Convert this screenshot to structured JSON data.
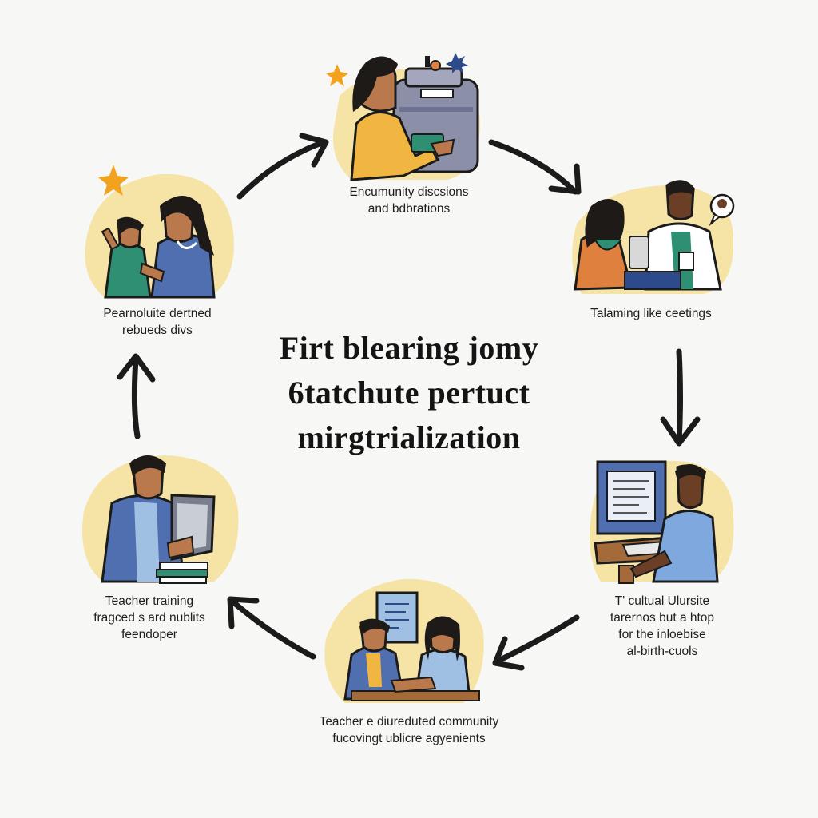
{
  "title_lines": [
    "Firt blearing jomy",
    "6tatchute pertuct",
    "mirgtrialization"
  ],
  "steps": [
    {
      "id": "top",
      "caption": [
        "Encumunity discsions",
        "and bdbrations"
      ],
      "scene": "woman-at-machine"
    },
    {
      "id": "upper-right",
      "caption": [
        "Talaming like ceetings"
      ],
      "scene": "doctor-consultation"
    },
    {
      "id": "lower-right",
      "caption": [
        "T' cultual Ulursite",
        "tarernos but a htop",
        "for the inloebise",
        "al-birth-cuols"
      ],
      "scene": "computer-desk"
    },
    {
      "id": "bottom",
      "caption": [
        "Teacher e diureduted community",
        "fucovingt ublicre agyenients"
      ],
      "scene": "two-students"
    },
    {
      "id": "lower-left",
      "caption": [
        "Teacher training",
        "fragced s ard nublits",
        "feendoper"
      ],
      "scene": "teacher-with-tablet"
    },
    {
      "id": "upper-left",
      "caption": [
        "Pearnoluite dertned",
        "rebueds divs"
      ],
      "scene": "mother-and-child"
    }
  ],
  "colors": {
    "blob": "#f6e3a6",
    "outline": "#1b1b1b",
    "skin": "#b9794d",
    "skin_dark": "#6b3f26",
    "hair": "#1e1a17",
    "yellow": "#f1b642",
    "blue": "#4f6fb0",
    "teal": "#2e8f73",
    "orange": "#e0803e",
    "lightblue": "#9fc0e3",
    "gray": "#8c8fa8",
    "star": "#f2a21d"
  }
}
